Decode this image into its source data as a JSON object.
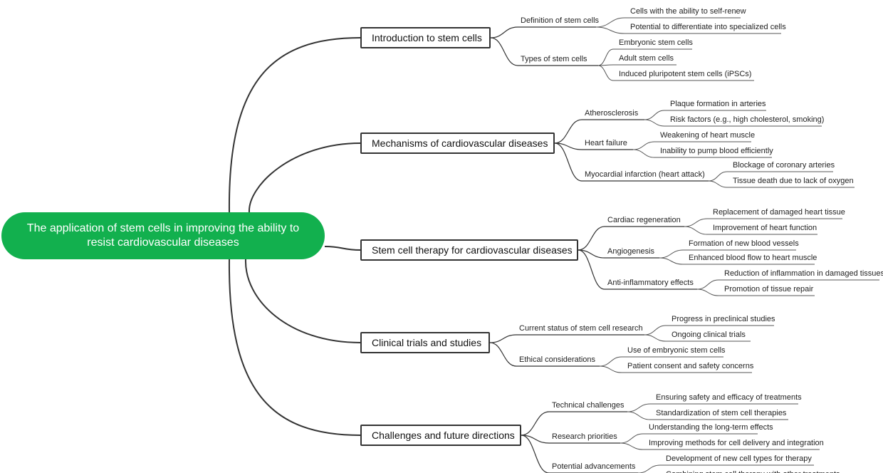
{
  "mindmap": {
    "root": "The application of stem cells in improving the ability to resist cardiovascular diseases",
    "branches": [
      {
        "label": "Introduction to stem cells",
        "children": [
          {
            "label": "Definition of stem cells",
            "children": [
              "Cells with the ability to self-renew",
              "Potential to differentiate into specialized cells"
            ]
          },
          {
            "label": "Types of stem cells",
            "children": [
              "Embryonic stem cells",
              "Adult stem cells",
              "Induced pluripotent stem cells (iPSCs)"
            ]
          }
        ]
      },
      {
        "label": "Mechanisms of cardiovascular diseases",
        "children": [
          {
            "label": "Atherosclerosis",
            "children": [
              "Plaque formation in arteries",
              "Risk factors (e.g., high cholesterol, smoking)"
            ]
          },
          {
            "label": "Heart failure",
            "children": [
              "Weakening of heart muscle",
              "Inability to pump blood efficiently"
            ]
          },
          {
            "label": "Myocardial infarction (heart attack)",
            "children": [
              "Blockage of coronary arteries",
              "Tissue death due to lack of oxygen"
            ]
          }
        ]
      },
      {
        "label": "Stem cell therapy for cardiovascular diseases",
        "children": [
          {
            "label": "Cardiac regeneration",
            "children": [
              "Replacement of damaged heart tissue",
              "Improvement of heart function"
            ]
          },
          {
            "label": "Angiogenesis",
            "children": [
              "Formation of new blood vessels",
              "Enhanced blood flow to heart muscle"
            ]
          },
          {
            "label": "Anti-inflammatory effects",
            "children": [
              "Reduction of inflammation in damaged tissues",
              "Promotion of tissue repair"
            ]
          }
        ]
      },
      {
        "label": "Clinical trials and studies",
        "children": [
          {
            "label": "Current status of stem cell research",
            "children": [
              "Progress in preclinical studies",
              "Ongoing clinical trials"
            ]
          },
          {
            "label": "Ethical considerations",
            "children": [
              "Use of embryonic stem cells",
              "Patient consent and safety concerns"
            ]
          }
        ]
      },
      {
        "label": "Challenges and future directions",
        "children": [
          {
            "label": "Technical challenges",
            "children": [
              "Ensuring safety and efficacy of treatments",
              "Standardization of stem cell therapies"
            ]
          },
          {
            "label": "Research priorities",
            "children": [
              "Understanding the long-term effects",
              "Improving methods for cell delivery and integration"
            ]
          },
          {
            "label": "Potential advancements",
            "children": [
              "Development of new cell types for therapy",
              "Combining stem cell therapy with other treatments"
            ]
          }
        ]
      }
    ]
  },
  "colors": {
    "root_fill": "#12b04e",
    "root_text": "#ffffff",
    "line": "#333333",
    "leaf_line": "#555555"
  }
}
